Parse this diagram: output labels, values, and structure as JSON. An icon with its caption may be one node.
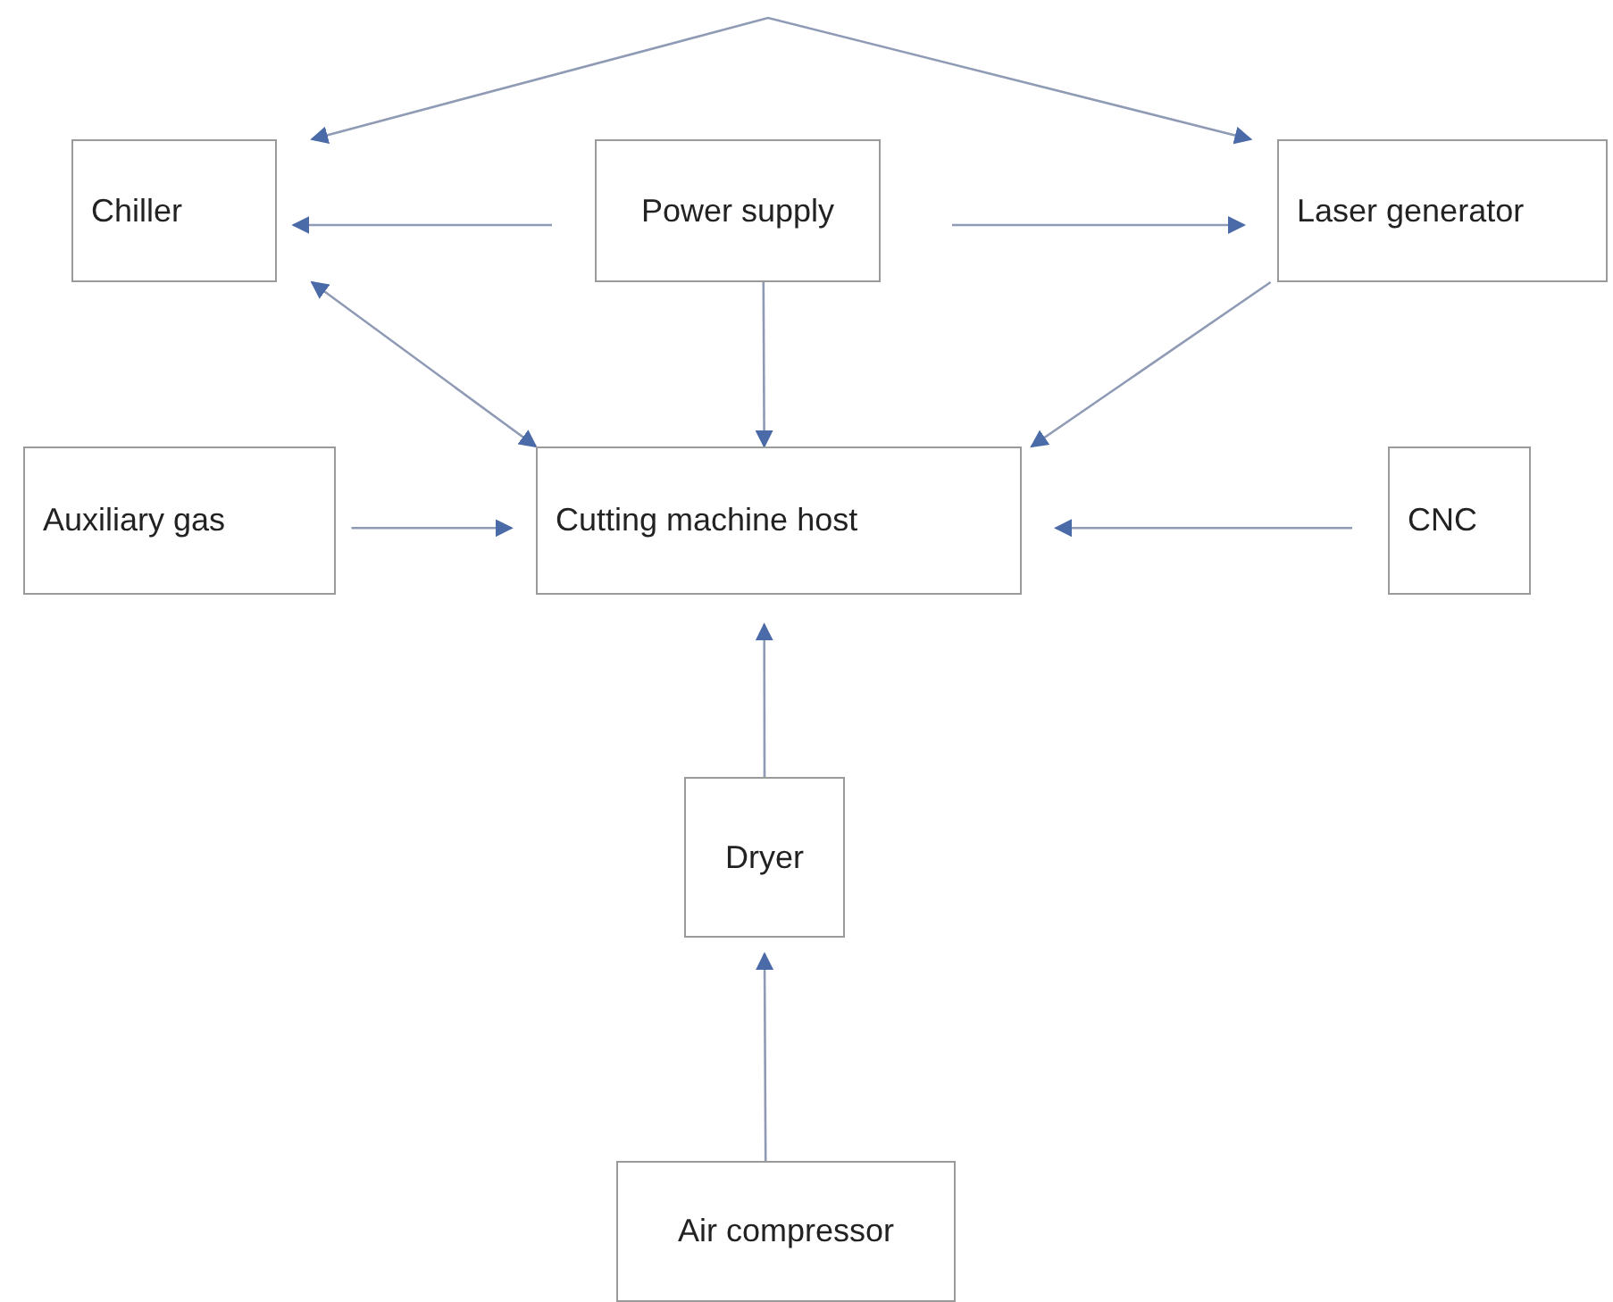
{
  "diagram": {
    "nodes": [
      {
        "text": [
          "Chiller"
        ]
      },
      {
        "text": [
          "Power supply"
        ]
      },
      {
        "text": [
          "Laser generator"
        ]
      },
      {
        "text": [
          "Auxiliary gas"
        ]
      },
      {
        "text": [
          "Cutting machine host"
        ]
      },
      {
        "text": [
          "CNC"
        ]
      },
      {
        "text": [
          "Dryer"
        ]
      },
      {
        "text": [
          "Air compressor"
        ]
      }
    ],
    "edges": [
      {
        "from": 0,
        "to": 2,
        "arrow": "both"
      },
      {
        "from": 1,
        "to": 0,
        "arrow": "to"
      },
      {
        "from": 1,
        "to": 2,
        "arrow": "to"
      },
      {
        "from": 0,
        "to": 4,
        "arrow": "both"
      },
      {
        "from": 1,
        "to": 4,
        "arrow": "to"
      },
      {
        "from": 2,
        "to": 4,
        "arrow": "to"
      },
      {
        "from": 3,
        "to": 4,
        "arrow": "to"
      },
      {
        "from": 5,
        "to": 4,
        "arrow": "to"
      },
      {
        "from": 6,
        "to": 4,
        "arrow": "to"
      },
      {
        "from": 7,
        "to": 6,
        "arrow": "to"
      }
    ]
  }
}
